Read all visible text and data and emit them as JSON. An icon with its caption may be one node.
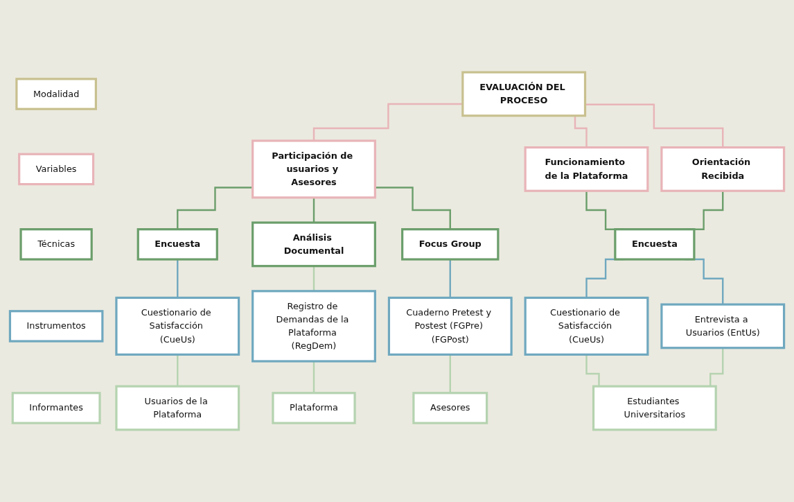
{
  "diagram": {
    "nodes": [
      {
        "text": [
          "Modalidad"
        ]
      },
      {
        "text": [
          "Variables"
        ]
      },
      {
        "text": [
          "Técnicas"
        ]
      },
      {
        "text": [
          "Instrumentos"
        ]
      },
      {
        "text": [
          "Informantes"
        ]
      },
      {
        "text": [
          "EVALUACIÓN DEL PROCESO"
        ]
      },
      {
        "text": [
          "Participación de usuarios y Asesores"
        ]
      },
      {
        "text": [
          "Funcionamiento de la Plataforma"
        ]
      },
      {
        "text": [
          "Orientación Recibida"
        ]
      },
      {
        "text": [
          "Encuesta"
        ]
      },
      {
        "text": [
          "Análisis Documental"
        ]
      },
      {
        "text": [
          "Focus Group"
        ]
      },
      {
        "text": [
          "Encuesta"
        ]
      },
      {
        "text": [
          "Cuestionario de Satisfacción (CueUs)"
        ]
      },
      {
        "text": [
          "Registro de Demandas de la Plataforma (RegDem)"
        ]
      },
      {
        "text": [
          "Cuaderno Pretest y Postest (FGPre) (FGPost)"
        ]
      },
      {
        "text": [
          "Cuestionario de Satisfacción (CueUs)"
        ]
      },
      {
        "text": [
          "Entrevista a Usuarios (EntUs)"
        ]
      },
      {
        "text": [
          "Usuarios de la Plataforma"
        ]
      },
      {
        "text": [
          "Plataforma"
        ]
      },
      {
        "text": [
          "Asesores"
        ]
      },
      {
        "text": [
          "Estudiantes Universitarios"
        ]
      }
    ],
    "edges": [
      {
        "from": 5,
        "to": 6,
        "arrow": "none",
        "color": "#e8b4b8"
      },
      {
        "from": 5,
        "to": 7,
        "arrow": "none",
        "color": "#e8b4b8"
      },
      {
        "from": 5,
        "to": 8,
        "arrow": "none",
        "color": "#e8b4b8"
      },
      {
        "from": 6,
        "to": 9,
        "arrow": "none",
        "color": "#6b9e6b"
      },
      {
        "from": 6,
        "to": 10,
        "arrow": "none",
        "color": "#6b9e6b"
      },
      {
        "from": 6,
        "to": 11,
        "arrow": "none",
        "color": "#6b9e6b"
      },
      {
        "from": 7,
        "to": 12,
        "arrow": "none",
        "color": "#6b9e6b"
      },
      {
        "from": 8,
        "to": 12,
        "arrow": "none",
        "color": "#6b9e6b"
      },
      {
        "from": 9,
        "to": 13,
        "arrow": "none",
        "color": "#6fa8bf"
      },
      {
        "from": 10,
        "to": 14,
        "arrow": "none",
        "color": "#b5d3b0"
      },
      {
        "from": 11,
        "to": 15,
        "arrow": "none",
        "color": "#6fa8bf"
      },
      {
        "from": 12,
        "to": 16,
        "arrow": "none",
        "color": "#6fa8bf"
      },
      {
        "from": 12,
        "to": 17,
        "arrow": "none",
        "color": "#6fa8bf"
      },
      {
        "from": 13,
        "to": 18,
        "arrow": "none",
        "color": "#b5d3b0"
      },
      {
        "from": 14,
        "to": 19,
        "arrow": "none",
        "color": "#b5d3b0"
      },
      {
        "from": 15,
        "to": 20,
        "arrow": "none",
        "color": "#b5d3b0"
      },
      {
        "from": 16,
        "to": 21,
        "arrow": "none",
        "color": "#b5d3b0"
      },
      {
        "from": 17,
        "to": 21,
        "arrow": "none",
        "color": "#b5d3b0"
      }
    ]
  }
}
